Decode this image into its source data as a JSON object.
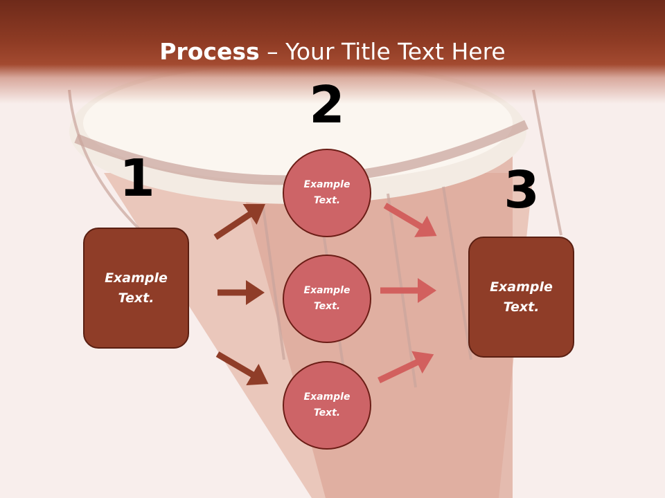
{
  "title": {
    "bold": "Process",
    "rest": " – Your Title Text Here"
  },
  "steps": [
    {
      "number": "1",
      "label_line1": "Example",
      "label_line2": "Text."
    },
    {
      "number": "2"
    },
    {
      "number": "3",
      "label_line1": "Example",
      "label_line2": "Text."
    }
  ],
  "circles": [
    {
      "line1": "Example",
      "line2": "Text."
    },
    {
      "line1": "Example",
      "line2": "Text."
    },
    {
      "line1": "Example",
      "line2": "Text."
    }
  ],
  "colors": {
    "title_bar": "#8e3b24",
    "box_fill": "#8f3d28",
    "circle_fill": "#cd6467",
    "arrow_left": "#8f3d28",
    "arrow_right": "#d2605e"
  }
}
